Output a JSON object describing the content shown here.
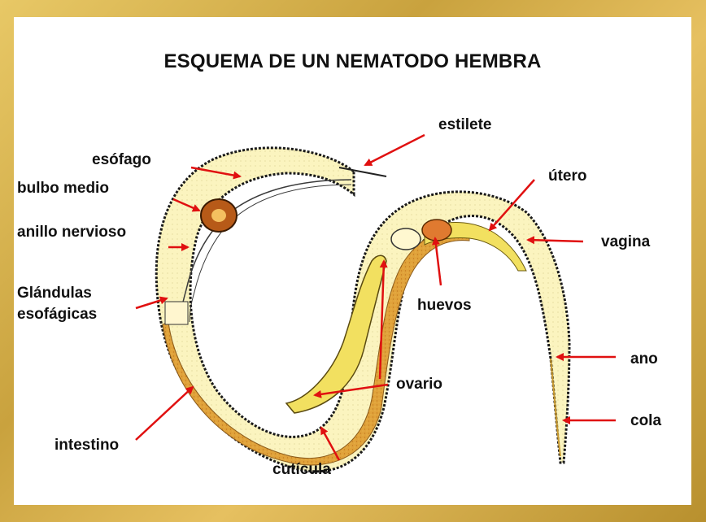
{
  "title": "ESQUEMA DE UN NEMATODO HEMBRA",
  "labels": {
    "estilete": "estilete",
    "esofago": "esófago",
    "bulbo_medio": "bulbo medio",
    "anillo_nervioso": "anillo nervioso",
    "glandulas_1": "Glándulas",
    "glandulas_2": "esofágicas",
    "intestino": "intestino",
    "cuticula": "cutícula",
    "ovario": "ovario",
    "huevos": "huevos",
    "utero": "útero",
    "vagina": "vagina",
    "ano": "ano",
    "cola": "cola"
  },
  "colors": {
    "frame": "#d4ae4a",
    "body_fill": "#fbf4bf",
    "intestine": "#e0a23a",
    "ovary": "#f2e060",
    "arrow": "#e01010",
    "outline": "#1a1a1a"
  }
}
